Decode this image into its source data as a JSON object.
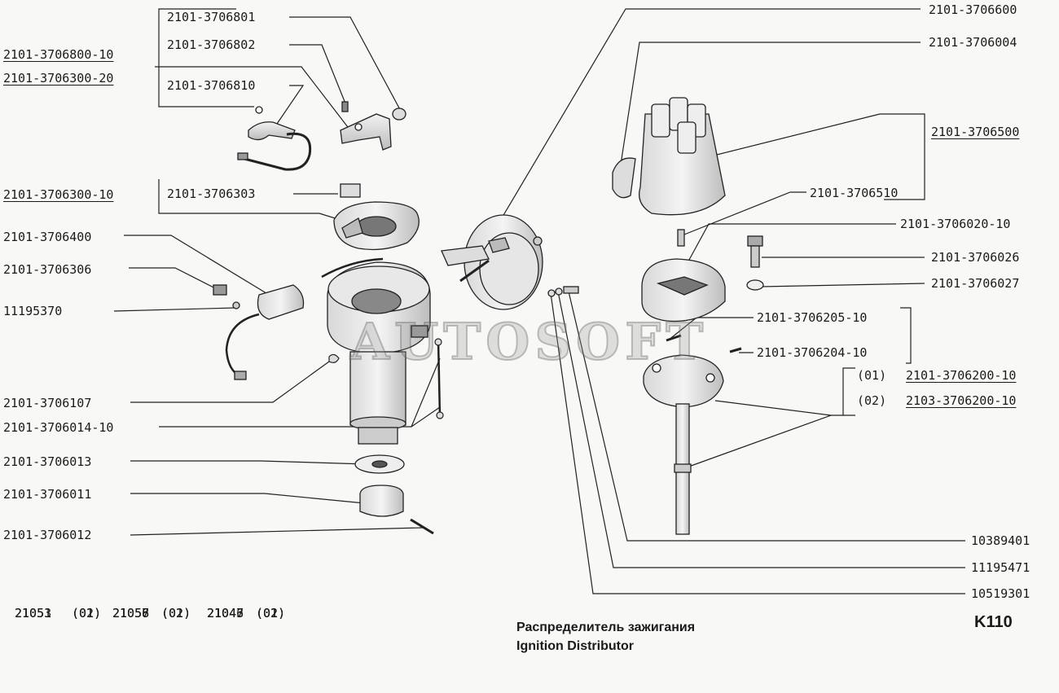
{
  "labels": {
    "p3706801": "2101-3706801",
    "p3706802": "2101-3706802",
    "p3706800_10": "2101-3706800-10",
    "p3706300_20": "2101-3706300-20",
    "p3706810": "2101-3706810",
    "p3706300_10": "2101-3706300-10",
    "p3706303": "2101-3706303",
    "p3706400": "2101-3706400",
    "p3706306": "2101-3706306",
    "p11195370": "11195370",
    "p3706107": "2101-3706107",
    "p3706014_10": "2101-3706014-10",
    "p3706013": "2101-3706013",
    "p3706011": "2101-3706011",
    "p3706012": "2101-3706012",
    "p3706600": "2101-3706600",
    "p3706004": "2101-3706004",
    "p3706500": "2101-3706500",
    "p3706510": "2101-3706510",
    "p3706020_10": "2101-3706020-10",
    "p3706026": "2101-3706026",
    "p3706027": "2101-3706027",
    "p3706205_10": "2101-3706205-10",
    "p3706204_10": "2101-3706204-10",
    "v01": "(01)",
    "p3706200_10": "2101-3706200-10",
    "v02": "(02)",
    "p2103_3706200_10": "2103-3706200-10",
    "p10389401": "10389401",
    "p11195471": "11195471",
    "p10519301": "10519301"
  },
  "applicability": [
    [
      {
        "model": "2105",
        "variant": "(01)"
      },
      {
        "model": "21051",
        "variant": "(01)"
      },
      {
        "model": "21053",
        "variant": "(02)"
      }
    ],
    [
      {
        "model": "21056",
        "variant": "(01)"
      },
      {
        "model": "21057",
        "variant": "(02)"
      },
      {
        "model": "21058",
        "variant": "(02)"
      }
    ],
    [
      {
        "model": "2104",
        "variant": "(01)"
      },
      {
        "model": "21043",
        "variant": "(02)"
      },
      {
        "model": "21046",
        "variant": "(01)"
      },
      {
        "model": "21047",
        "variant": "(02)"
      }
    ]
  ],
  "title_ru": "Распределитель зажигания",
  "title_en": "Ignition Distributor",
  "sheet_code": "K110",
  "watermark": "AUTOSOFT"
}
